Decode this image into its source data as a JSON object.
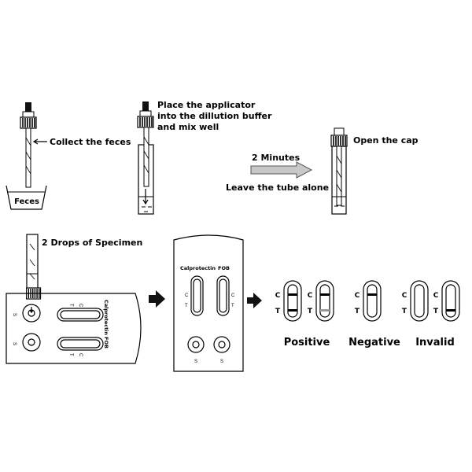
{
  "steps": {
    "collect": {
      "label": "Collect the feces",
      "cup_label": "Feces"
    },
    "place": {
      "lines": [
        "Place the applicator",
        "into the dillution buffer",
        "and mix well"
      ]
    },
    "wait": {
      "time": "2 Minutes",
      "label": "Leave the tube alone"
    },
    "open": {
      "label": "Open the cap"
    },
    "drops": {
      "label": "2 Drops of Specimen"
    }
  },
  "cassette": {
    "test1": "Calprotectin",
    "test2": "FOB",
    "control": "C",
    "test": "T",
    "sample": "S"
  },
  "results": {
    "positive": "Positive",
    "negative": "Negative",
    "invalid": "Invalid",
    "c": "C",
    "t": "T"
  },
  "colors": {
    "line": "#000000",
    "faint_line": "#9a9a9a",
    "arrow_gray": "#c8c8c8"
  }
}
